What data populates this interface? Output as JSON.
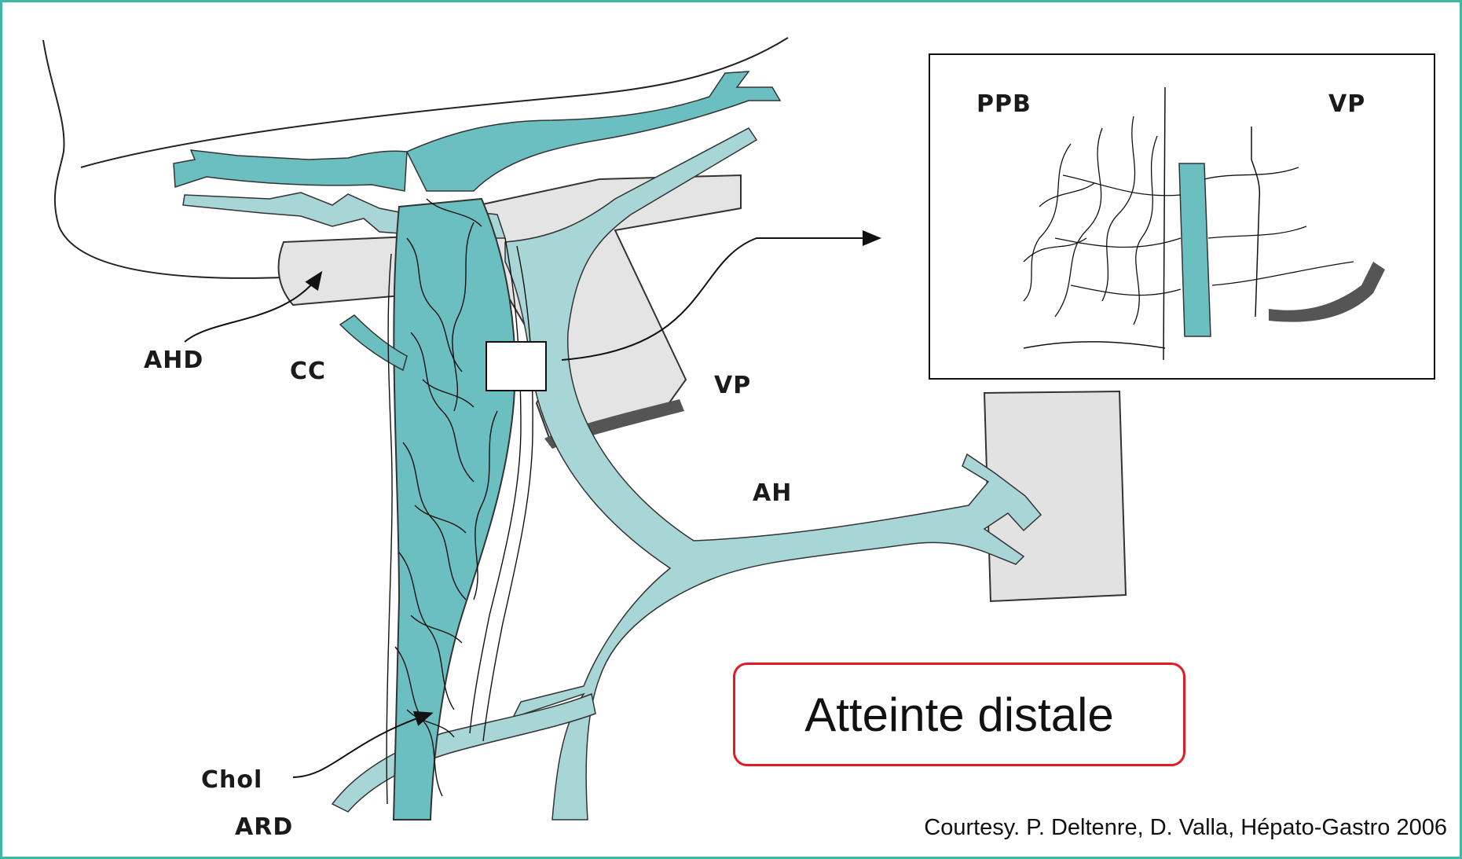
{
  "labels": {
    "ahd": "AHD",
    "cc": "CC",
    "vp": "VP",
    "ah": "AH",
    "chol": "Chol",
    "ard": "ARD",
    "inset_ppb": "PPB",
    "inset_vp": "VP"
  },
  "caption": "Atteinte distale",
  "credit": "Courtesy. P. Deltenre, D. Valla, Hépato-Gastro 2006",
  "colors": {
    "frame": "#3fb7a5",
    "duct_dark": "#6cbfc0",
    "artery_light": "#a8d6d6",
    "portal_vein_gray": "#e4e4e4",
    "caption_border": "#e21b23",
    "line": "#111111"
  }
}
